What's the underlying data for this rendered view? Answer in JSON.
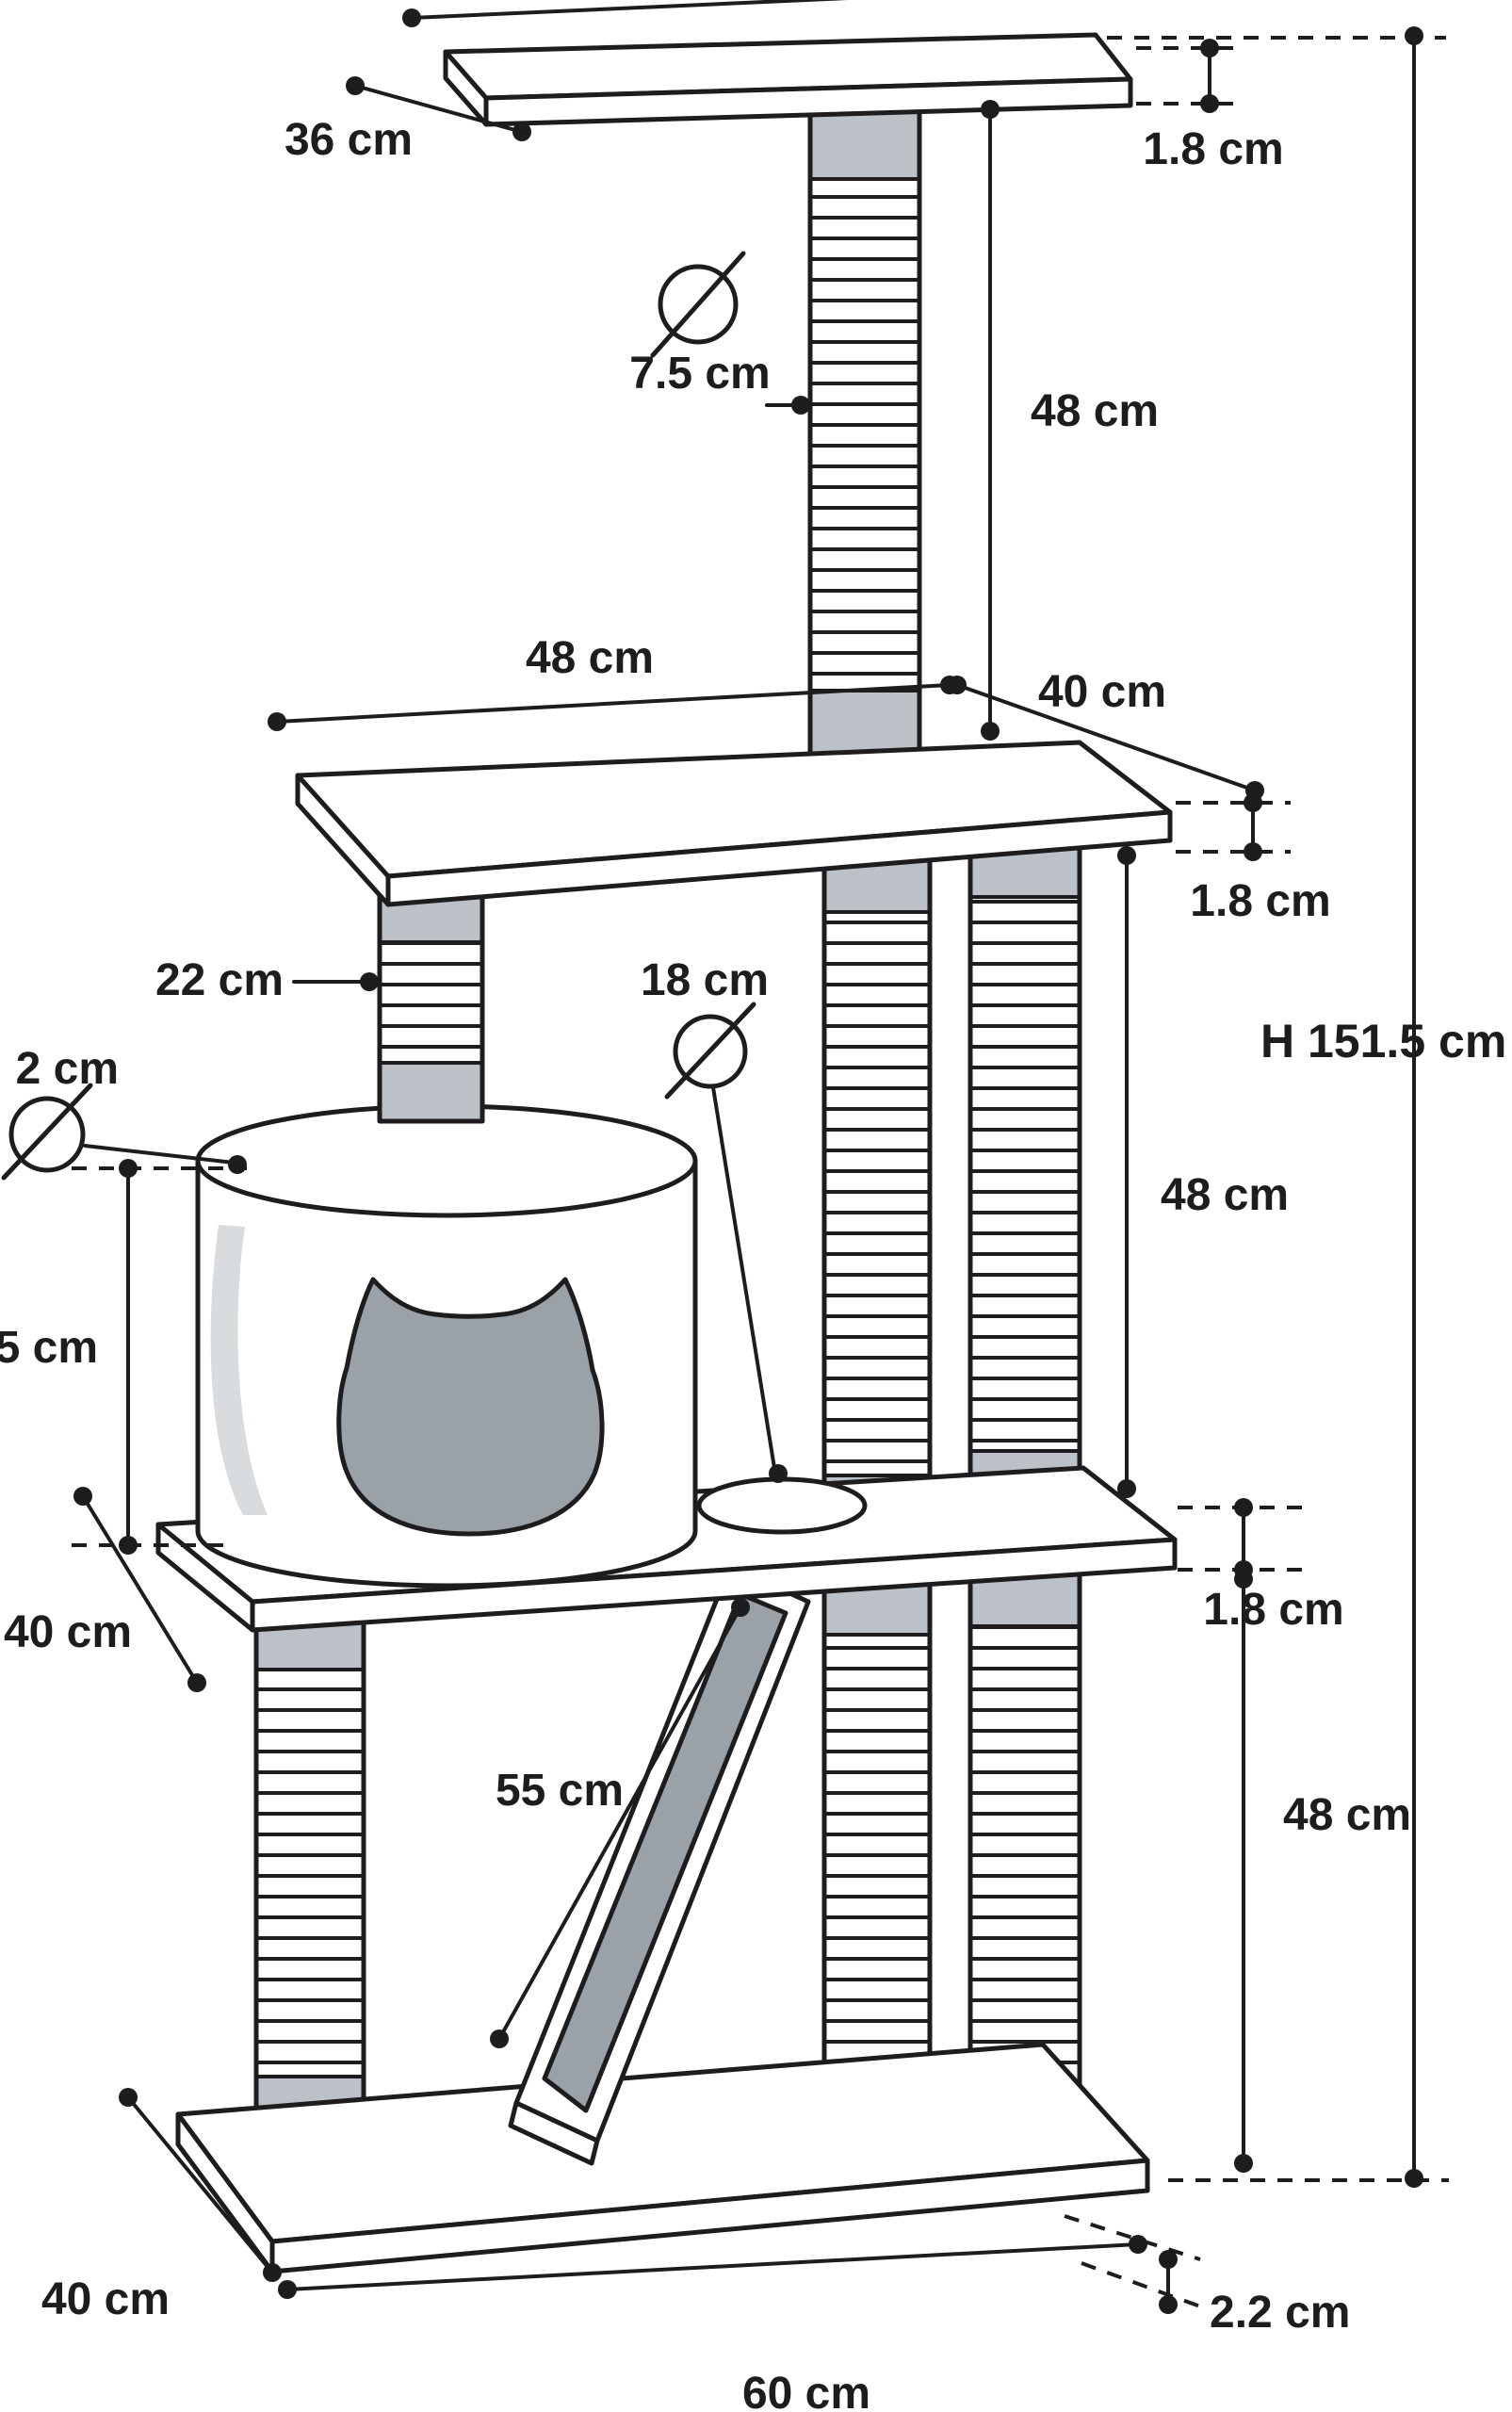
{
  "colors": {
    "line": "#1d1d1f",
    "post_cap_gray": "#bcc1c7",
    "opening_gray": "#9aa1a7",
    "shadow_gray": "#d9dcdf",
    "background": "#ffffff"
  },
  "icons": {
    "diameter_symbol": "⌀"
  },
  "labels": {
    "top_board_depth": "36 cm",
    "top_board_thickness": "1.8 cm",
    "post_diameter": "7.5 cm",
    "top_post_height": "48 cm",
    "middle_platform_length": "48 cm",
    "middle_platform_depth": "40 cm",
    "middle_platform_thickness": "1.8 cm",
    "short_post_height": "22 cm",
    "hole_diameter": "18 cm",
    "house_diameter_partial": "2 cm",
    "total_height": "H 151.5 cm",
    "middle_post_height": "48 cm",
    "house_height_partial": "5 cm",
    "left_depth": "40 cm",
    "ramp_length": "55 cm",
    "lower_platform_thickness": "1.8 cm",
    "lower_post_height": "48 cm",
    "base_thickness": "2.2 cm",
    "base_depth": "40 cm",
    "base_length": "60 cm"
  }
}
